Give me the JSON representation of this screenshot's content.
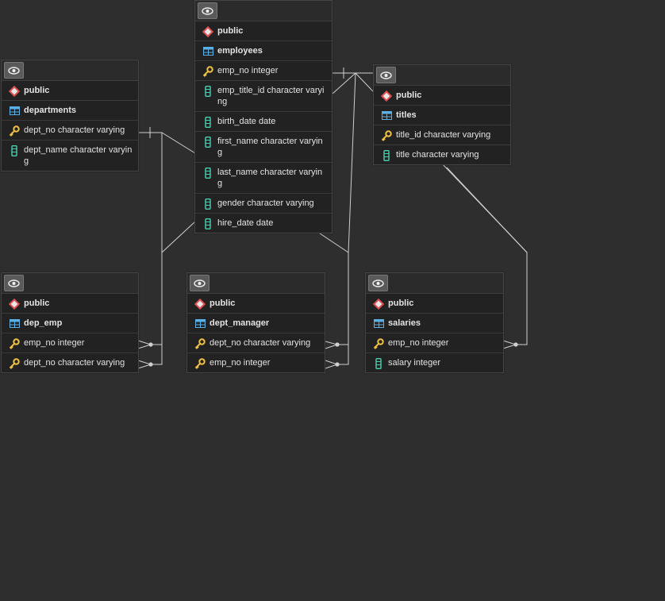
{
  "tables": {
    "employees": {
      "schema": "public",
      "name": "employees",
      "columns": [
        "emp_no integer",
        "emp_title_id character varying",
        "birth_date date",
        "first_name character varying",
        "last_name character varying",
        "gender character varying",
        "hire_date date"
      ]
    },
    "departments": {
      "schema": "public",
      "name": "departments",
      "columns": [
        "dept_no character varying",
        "dept_name character varying"
      ]
    },
    "titles": {
      "schema": "public",
      "name": "titles",
      "columns": [
        "title_id character varying",
        "title character varying"
      ]
    },
    "dep_emp": {
      "schema": "public",
      "name": "dep_emp",
      "columns": [
        "emp_no integer",
        "dept_no character varying"
      ]
    },
    "dept_manager": {
      "schema": "public",
      "name": "dept_manager",
      "columns": [
        "dept_no character varying",
        "emp_no integer"
      ]
    },
    "salaries": {
      "schema": "public",
      "name": "salaries",
      "columns": [
        "emp_no integer",
        "salary integer"
      ]
    }
  },
  "icons": {
    "visibility": "eye-icon",
    "schema": "schema-diamond-icon",
    "table": "table-grid-icon",
    "key_column": "key-icon",
    "column": "column-icon"
  },
  "colors": {
    "background": "#2e2e2e",
    "schema_icon": "#e05050",
    "table_icon": "#5ab0e6",
    "key_icon": "#f0c040",
    "column_icon": "#4ad0b0",
    "link_line": "#d0d0d0"
  }
}
